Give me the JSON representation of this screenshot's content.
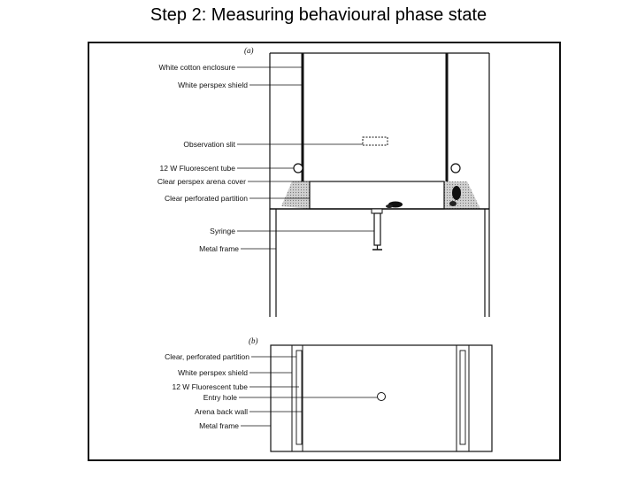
{
  "title": "Step 2: Measuring behavioural phase state",
  "panel_a": {
    "tag": "(a)",
    "labels": [
      "White cotton enclosure",
      "White perspex shield",
      "Observation slit",
      "12 W Fluorescent tube",
      "Clear perspex arena cover",
      "Clear  perforated partition",
      "Syringe",
      "Metal frame"
    ]
  },
  "panel_b": {
    "tag": "(b)",
    "labels": [
      "Clear, perforated partition",
      "White perspex shield",
      "12 W Fluorescent tube",
      "Entry hole",
      "Arena back wall",
      "Metal frame"
    ]
  },
  "colors": {
    "ink": "#111111",
    "shade": "#bdbdbd",
    "border": "#111111"
  }
}
